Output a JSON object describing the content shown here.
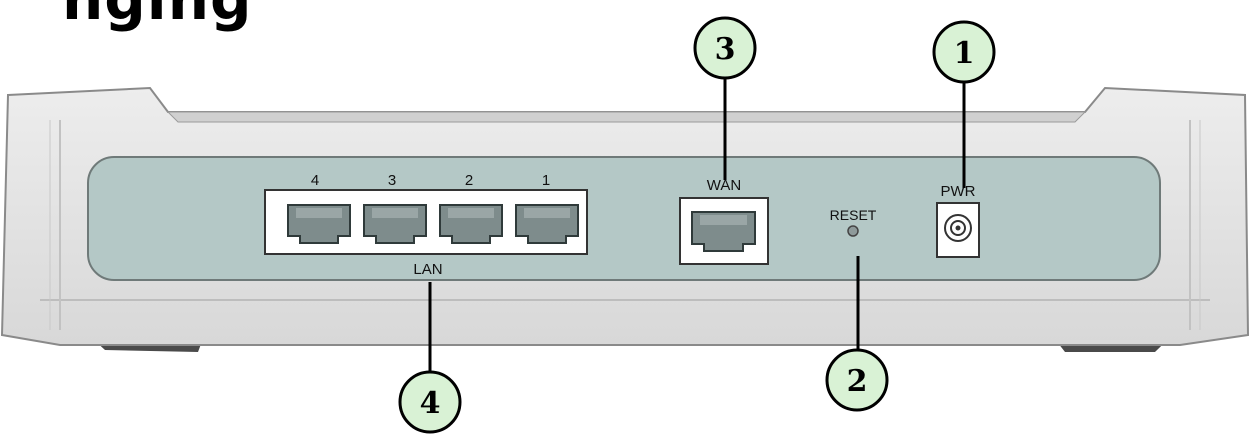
{
  "heading_fragment": "nging",
  "device": {
    "lan_label": "LAN",
    "lan_ports": [
      "4",
      "3",
      "2",
      "1"
    ],
    "wan_label": "WAN",
    "reset_label": "RESET",
    "power_label": "PWR"
  },
  "callouts": [
    {
      "id": "power",
      "number": "1"
    },
    {
      "id": "reset",
      "number": "2"
    },
    {
      "id": "wan",
      "number": "3"
    },
    {
      "id": "lan",
      "number": "4"
    }
  ],
  "colors": {
    "callout_fill": "#d9f2d5",
    "panel_fill": "#b4c8c6",
    "chassis_fill": "#e4e4e4",
    "port_fill": "#7e8c8c"
  }
}
